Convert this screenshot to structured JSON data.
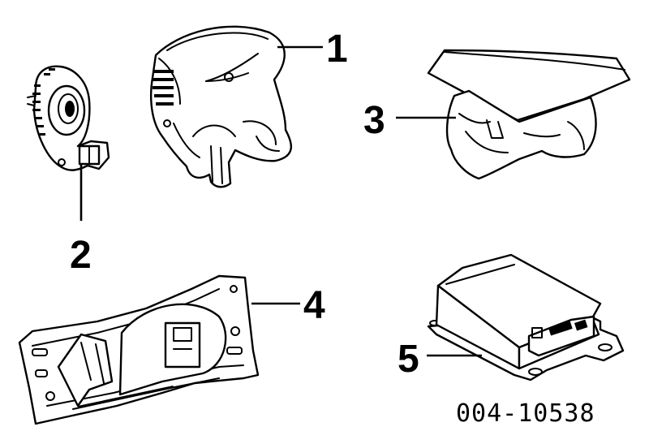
{
  "diagram": {
    "callouts": {
      "c1": "1",
      "c2": "2",
      "c3": "3",
      "c4": "4",
      "c5": "5"
    },
    "reference_number": "004-10538"
  }
}
